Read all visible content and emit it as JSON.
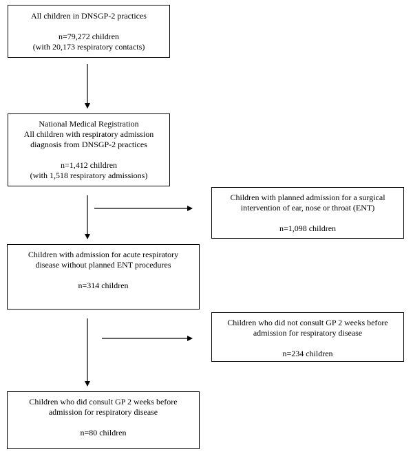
{
  "boxes": {
    "all_children": {
      "title": "All children in DNSGP-2 practices",
      "count": "n=79,272 children",
      "detail": "(with 20,173 respiratory contacts)"
    },
    "national_registration": {
      "title": "National Medical Registration",
      "line2": "All children with respiratory admission",
      "line3": "diagnosis from DNSGP-2 practices",
      "count": "n=1,412  children",
      "detail": "(with 1,518 respiratory admissions)"
    },
    "planned_ent": {
      "line1": "Children with planned admission for a surgical",
      "line2": "intervention of ear, nose or throat (ENT)",
      "count": "n=1,098 children"
    },
    "acute_respiratory": {
      "line1": "Children with admission for acute respiratory",
      "line2": "disease without planned ENT procedures",
      "count": "n=314 children"
    },
    "did_not_consult": {
      "line1": "Children who did not consult GP 2 weeks before",
      "line2": "admission for respiratory disease",
      "count": "n=234 children"
    },
    "did_consult": {
      "line1": "Children who did consult GP 2 weeks before",
      "line2": "admission for respiratory disease",
      "count": "n=80 children"
    }
  }
}
